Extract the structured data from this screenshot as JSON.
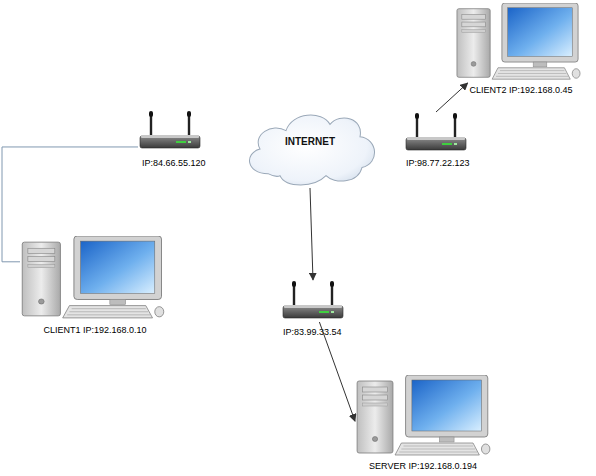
{
  "diagram": {
    "nodes": [
      {
        "text": [
          "INTERNET"
        ]
      },
      {
        "text": [
          "IP:84.66.55.120"
        ]
      },
      {
        "text": [
          "IP:98.77.22.123"
        ]
      },
      {
        "text": [
          "CLIENT2 IP:192.168.0.45"
        ]
      },
      {
        "text": [
          "CLIENT1  IP:192.168.0.10"
        ]
      },
      {
        "text": [
          "IP:83.99.33.54"
        ]
      },
      {
        "text": [
          "SERVER IP:192.168.0.194"
        ]
      }
    ],
    "edges": [
      {
        "from": 1,
        "to": 4,
        "arrow": "none"
      },
      {
        "from": 2,
        "to": 3,
        "arrow": "to"
      },
      {
        "from": 0,
        "to": 5,
        "arrow": "to"
      },
      {
        "from": 5,
        "to": 6,
        "arrow": "to"
      }
    ]
  }
}
